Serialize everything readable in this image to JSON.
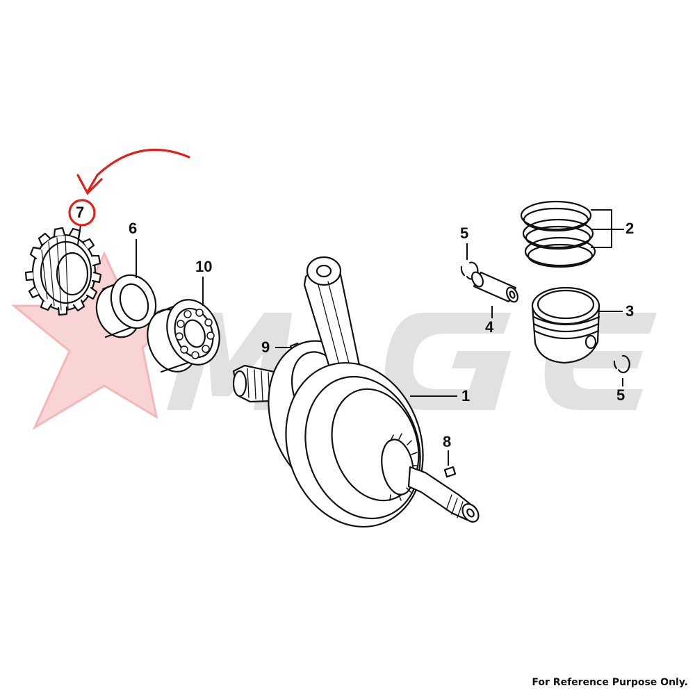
{
  "watermark": {
    "lettering": "MGE",
    "star_color": "#f2a0a0",
    "letter_color": "#d8d8d8"
  },
  "highlight": {
    "color": "#e0201b",
    "circled_callout": "7"
  },
  "callouts": {
    "c1": "1",
    "c2": "2",
    "c3": "3",
    "c4": "4",
    "c5a": "5",
    "c5b": "5",
    "c6": "6",
    "c7": "7",
    "c8": "8",
    "c9": "9",
    "c10": "10"
  },
  "footer": {
    "note": "For Reference Purpose Only."
  }
}
